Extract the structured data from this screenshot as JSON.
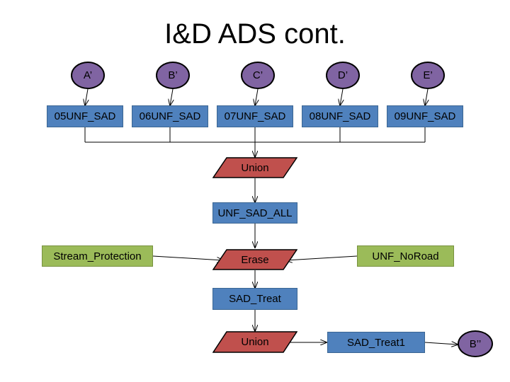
{
  "title": "I&D ADS cont.",
  "inputs": [
    "A’",
    "B’",
    "C’",
    "D’",
    "E’"
  ],
  "layers": [
    "05UNF_SAD",
    "06UNF_SAD",
    "07UNF_SAD",
    "08UNF_SAD",
    "09UNF_SAD"
  ],
  "union1": "Union",
  "unf_sad_all": "UNF_SAD_ALL",
  "stream_protection": "Stream_Protection",
  "erase": "Erase",
  "unf_noroad": "UNF_NoRoad",
  "sad_treat": "SAD_Treat",
  "union2": "Union",
  "sad_treat1": "SAD_Treat1",
  "output": "B’’",
  "colors": {
    "process_box": "#4f81bd",
    "input_box": "#9bbb59",
    "tool": "#c0504d",
    "connector": "#8064a2"
  }
}
